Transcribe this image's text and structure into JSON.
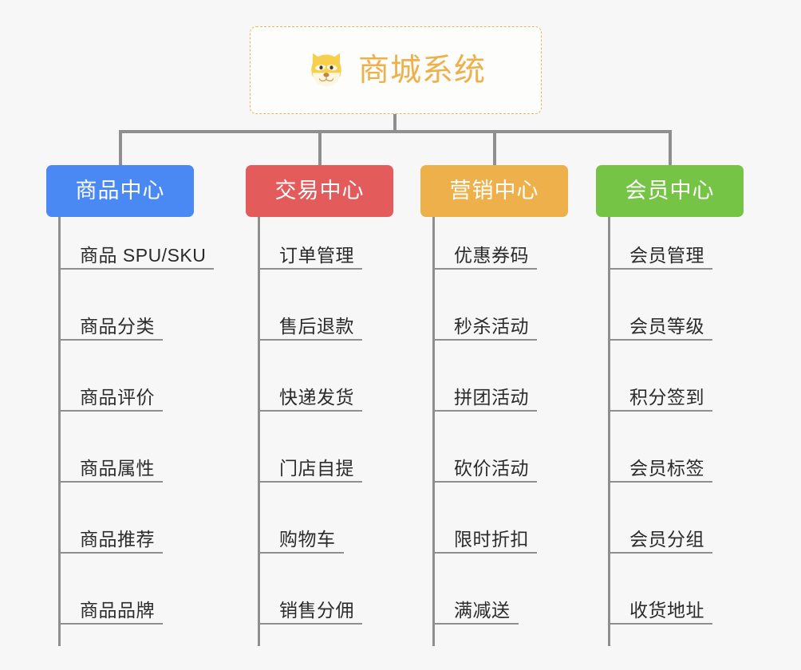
{
  "background_color": "#f7f7f7",
  "root": {
    "title": "商城系统",
    "icon": "shiba-dog-face-icon",
    "text_color": "#edb04a",
    "border_color": "#e8b45c",
    "fill_color": "#fdfdfc"
  },
  "connector_color": "#8f8f8f",
  "branches": [
    {
      "label": "商品中心",
      "color": "#4a89f3",
      "items": [
        "商品 SPU/SKU",
        "商品分类",
        "商品评价",
        "商品属性",
        "商品推荐",
        "商品品牌"
      ]
    },
    {
      "label": "交易中心",
      "color": "#e35b5b",
      "items": [
        "订单管理",
        "售后退款",
        "快递发货",
        "门店自提",
        "购物车",
        "销售分佣"
      ]
    },
    {
      "label": "营销中心",
      "color": "#edb04a",
      "items": [
        "优惠券码",
        "秒杀活动",
        "拼团活动",
        "砍价活动",
        "限时折扣",
        "满减送"
      ]
    },
    {
      "label": "会员中心",
      "color": "#76c445",
      "items": [
        "会员管理",
        "会员等级",
        "积分签到",
        "会员标签",
        "会员分组",
        "收货地址"
      ]
    }
  ]
}
